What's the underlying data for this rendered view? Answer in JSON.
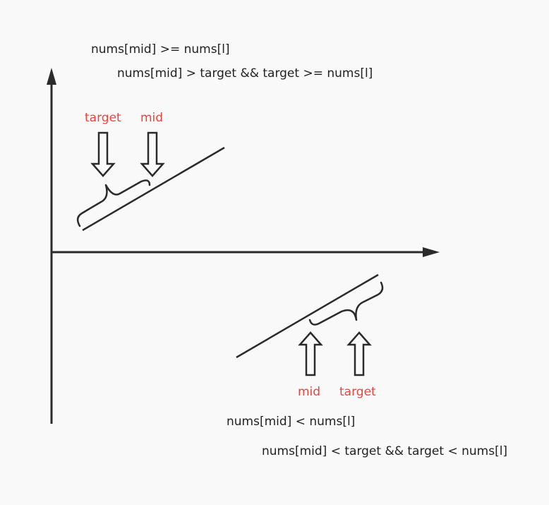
{
  "top_segment": {
    "condition": "nums[mid] >= nums[l]",
    "sub_condition": "nums[mid] > target && target >= nums[l]",
    "target_label": "target",
    "mid_label": "mid"
  },
  "bottom_segment": {
    "condition": "nums[mid] < nums[l]",
    "sub_condition": "nums[mid] < target && target < nums[l]",
    "mid_label": "mid",
    "target_label": "target"
  },
  "colors": {
    "stroke": "#2b2b2b",
    "label": "#e8453c",
    "text": "#222222",
    "background": "#f9f9f9"
  }
}
